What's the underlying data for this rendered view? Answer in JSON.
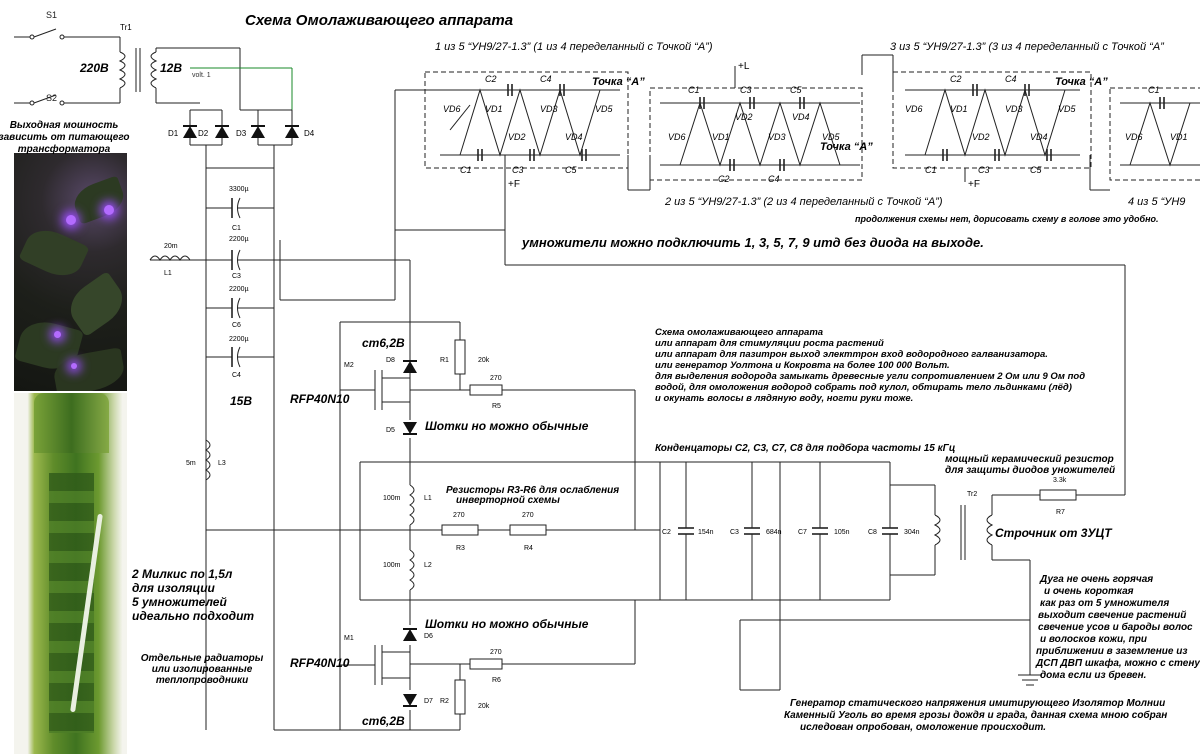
{
  "title": "Схема Омолаживающего аппарата",
  "supply": {
    "s1": "S1",
    "s2": "S2",
    "tr1": "Tr1",
    "v220": "220В",
    "v12": "12В",
    "volt": "volt. 1",
    "d1": "D1",
    "d2": "D2",
    "d3": "D3",
    "d4": "D4",
    "note": [
      "Выходная мошность",
      "зависить от питающего",
      "трансформатора"
    ]
  },
  "caps_left": {
    "c1_val": "3300µ",
    "c1": "C1",
    "c3_val": "2200µ",
    "c3": "C3",
    "c6_val": "2200µ",
    "c6": "C6",
    "c4_val": "2200µ",
    "c4": "C4",
    "l1_val": "20m",
    "l1": "L1",
    "v15": "15В",
    "l3_val": "5m",
    "l3": "L3"
  },
  "inverter": {
    "st_top": "ст6,2В",
    "st_bottom": "ст6,2В",
    "d8": "D8",
    "d5": "D5",
    "d6": "D6",
    "d7": "D7",
    "r1": "R1",
    "r1_val": "20k",
    "r2": "R2",
    "r2_val": "20k",
    "r5": "R5",
    "r5_val": "270",
    "r6": "R6",
    "r6_val": "270",
    "m1": "M1",
    "m2": "M2",
    "mosfet_top": "RFP40N10",
    "mosfet_bottom": "RFP40N10",
    "schottky_top": "Шотки но можно обычные",
    "schottky_bottom": "Шотки но можно обычные",
    "l1b": "L1",
    "l1b_val": "100m",
    "l2": "L2",
    "l2_val": "100m",
    "r3": "R3",
    "r3_val": "270",
    "r4": "R4",
    "r4_val": "270",
    "resistor_note": [
      "Резисторы R3-R6 для ослабления",
      "инверторной схемы"
    ]
  },
  "multipliers": {
    "m1_title": "1 из 5 “УН9/27-1.3” (1 из 4 переделанный с Точкой “А”)",
    "m2_title": "2 из 5 “УН9/27-1.3” (2 из 4 переделанный с Точкой “А”)",
    "m3_title": "3 из 5 “УН9/27-1.3” (3 из 4 переделанный с Точкой “А”",
    "m4_title": "4 из 5 “УН9",
    "point_a": "Точка “А”",
    "plus_f": "+F",
    "plus_l": "+L",
    "upper_caps": [
      "C2",
      "C4"
    ],
    "lower_caps": [
      "C1",
      "C3",
      "C5"
    ],
    "diodes_a": [
      "VD6",
      "VD1",
      "VD2",
      "VD3",
      "VD4",
      "VD5"
    ],
    "caps_b_top": [
      "C1",
      "C3",
      "C5"
    ],
    "caps_b_bottom": [
      "C2",
      "C4"
    ],
    "diodes_b": [
      "VD6",
      "VD1",
      "VD2",
      "VD3",
      "VD4",
      "VD5"
    ],
    "continuation": "продолжения схемы нет, дорисовать схему в голове это удобно.",
    "note": "умножители можно подключить 1, 3, 5, 7, 9 итд без диода на выходе."
  },
  "description": [
    "Схема омолаживающего аппарата",
    "или аппарат для стимуляции роста растений",
    "или аппарат для пазитрон выход электтрон вход водородного галванизатора.",
    "или генератор Уолтона и Кокровта на более 100 000 Вольт.",
    "для выделения водорода замыкать древесные угли сопротивлением 2 Ом или 9 Ом под",
    "водой, для омоложения водород собрать под кулол, обтирать тело льдинками (лёд)",
    "и окунать волосы в лядяную воду, ногти руки тоже."
  ],
  "capacitors": {
    "note": "Конденцаторы С2, С3, С7, С8 для подбора частоты 15 кГц",
    "names": [
      "C2",
      "C3",
      "C7",
      "C8"
    ],
    "values": [
      "154n",
      "684n",
      "105n",
      "304n"
    ]
  },
  "output": {
    "resistor_note": [
      "мощный керамический резистор",
      "для защиты диодов уножителей"
    ],
    "r7": "R7",
    "r7_val": "3.3k",
    "tr2": "Tr2",
    "strochnik": "Строчник от 3УЦТ",
    "arc_note": [
      "Дуга не очень горячая",
      "и очень короткая",
      "как раз от 5 умножителя",
      "выходит свечение растений",
      "свечение усов и бароды волос",
      "и волосков кожи, при",
      "приближении в заземление из",
      "ДСП ДВП шкафа, можно с стену",
      "дома если из бревен."
    ],
    "generator_note": [
      "Генератор статического напряжения имитирующего Изолятор Молнии",
      "Каменный Уголь во время грозы дождя и града, данная схема мною собран",
      "иследован опробован, омоложение происходит."
    ]
  },
  "photos": {
    "milkis_note": [
      "2 Милкис по 1,5л",
      "для изоляции",
      "5 умножителей",
      "идеально подходит"
    ],
    "radiator_note": [
      "Отдельные радиаторы",
      "или изолированные",
      "теплопроводники"
    ]
  }
}
